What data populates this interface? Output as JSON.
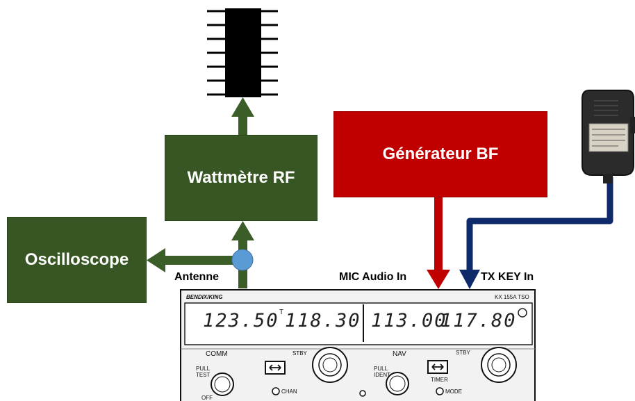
{
  "blocks": {
    "wattmeter": "Wattmètre RF",
    "oscilloscope": "Oscilloscope",
    "generator": "Générateur BF"
  },
  "labels": {
    "antenna": "Antenne",
    "mic_audio": "MIC Audio In",
    "tx_key": "TX KEY In"
  },
  "radio": {
    "brand": "BENDIX/KING",
    "model": "KX 155A TSO",
    "comm_active": "123.50",
    "comm_standby": "118.30",
    "nav_active": "113.00",
    "nav_standby": "117.80",
    "comm": "COMM",
    "nav": "NAV",
    "stby_left": "STBY",
    "stby_right": "STBY",
    "pull_test": "PULL\nTEST",
    "off": "OFF",
    "chan": "CHAN",
    "pull_ident": "PULL\nIDENT",
    "timer": "TIMER",
    "mode": "MODE"
  },
  "colors": {
    "green_block": "#375623",
    "green_arrow": "#3b5e28",
    "red_block": "#c00000",
    "red_arrow": "#c00000",
    "blue_line": "#0f2a6b",
    "junction": "#5b9bd5"
  }
}
